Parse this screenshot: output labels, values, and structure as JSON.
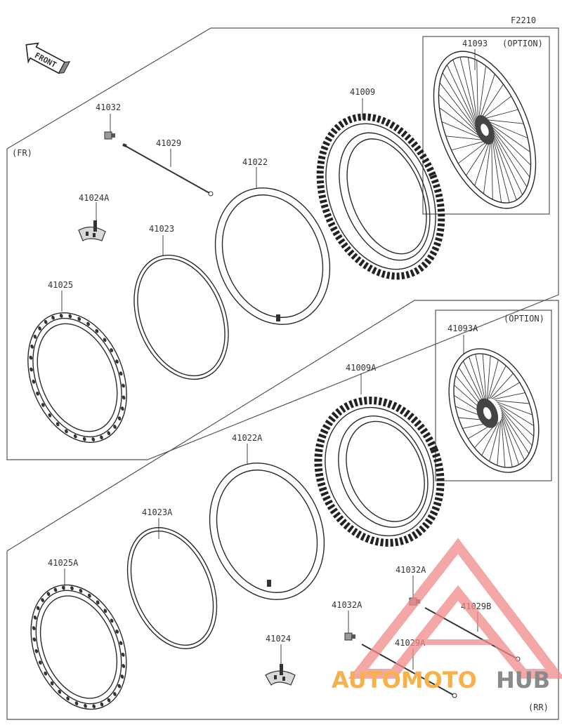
{
  "diagram": {
    "code": "F2210",
    "front_arrow_text": "FRONT",
    "front_section_tag": "(FR)",
    "rear_section_tag": "(RR)",
    "option_label_front": "(OPTION)",
    "option_label_rear": "(OPTION)"
  },
  "parts": {
    "front": {
      "rim_spoke_wheel": "41093",
      "tire": "41009",
      "tube": "41022",
      "rim_band": "41023",
      "rim": "41025",
      "rim_lock": "41024A",
      "spoke": "41029",
      "nipple": "41032"
    },
    "rear": {
      "rim_spoke_wheel": "41093A",
      "tire": "41009A",
      "tube": "41022A",
      "rim_band": "41023A",
      "rim": "41025A",
      "rim_lock": "41024",
      "spoke_a": "41029A",
      "spoke_b": "41029B",
      "nipple_a": "41032A",
      "nipple_b": "41032A"
    }
  },
  "watermark": {
    "text_a": "AUTOMOTO",
    "text_b": "HUB",
    "color_a": "#f6b24a",
    "color_b": "#8a8a8a",
    "logo_color": "#f08a8a"
  }
}
